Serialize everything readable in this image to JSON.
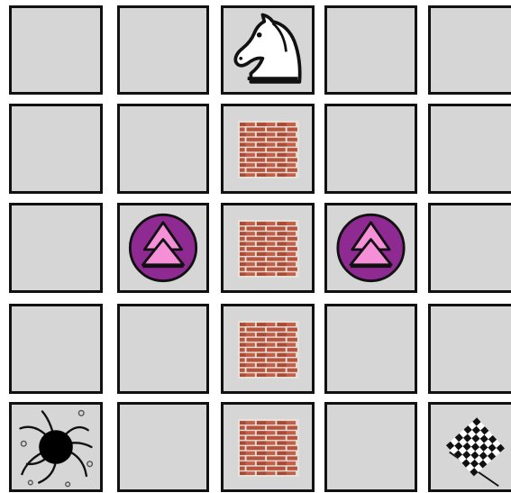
{
  "board": {
    "rows": 5,
    "cols": 5,
    "colors": {
      "cell_bg": "#d6d6d6",
      "cell_border": "#111111",
      "brick": "#b5533c",
      "mortar": "#e8e2da",
      "booster_fill": "#8e2a91",
      "booster_arrow": "#f48fd8"
    },
    "cells": [
      [
        "empty",
        "empty",
        "knight-icon",
        "empty",
        "empty"
      ],
      [
        "empty",
        "empty",
        "brick-wall-icon",
        "empty",
        "empty"
      ],
      [
        "empty",
        "speed-boost-icon",
        "brick-wall-icon",
        "speed-boost-icon",
        "empty"
      ],
      [
        "empty",
        "empty",
        "brick-wall-icon",
        "empty",
        "empty"
      ],
      [
        "black-hole-icon",
        "empty",
        "brick-wall-icon",
        "empty",
        "checkered-flag-icon"
      ]
    ]
  }
}
